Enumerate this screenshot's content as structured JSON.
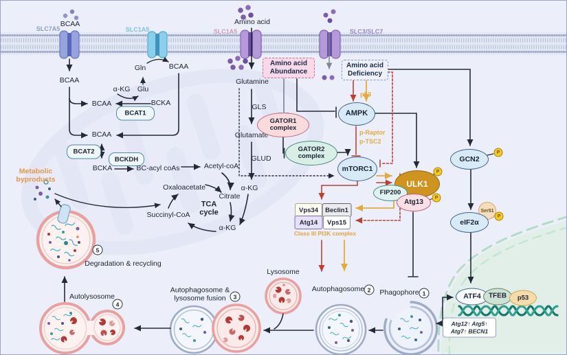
{
  "colors": {
    "background": "#eceef9",
    "inhibit_red": "#bf3f34",
    "activate_yellow": "#e0ac3f",
    "orange_label": "#e8a43c",
    "abundance_box_fill": "#f7d9e7",
    "deficiency_border": "#8092c4",
    "ulk1_fill": "#cf9420",
    "nucleus_fill": "#e2efe8",
    "dna_teal": "#157a6c"
  },
  "membrane": {
    "slc7a5": "SLC7A5",
    "slc1a5_left": "SLC1A5",
    "slc1a5_mid": "SLC1A5",
    "slc3slc7": "SLC3/SLC7"
  },
  "metabolites": {
    "bcaa": "BCAA",
    "amino_acid": "Amino acid",
    "gln": "Gln",
    "glu": "Glu",
    "akg": "α-KG",
    "bcka": "BCKA",
    "glutamine": "Glutamine",
    "gls": "GLS",
    "glutamate": "Glutamate",
    "glud": "GLUD",
    "bc_acyl_coas": "BC-acyl coAs",
    "acetyl_coa": "Acetyl-coA",
    "oxaloacetate": "Oxaloacetate",
    "citrate": "Citrate",
    "succinyl_coa": "Succinyl-CoA",
    "tca_line1": "TCA",
    "tca_line2": "cycle",
    "metabolic_line1": "Metabolic",
    "metabolic_line2": "byproducts"
  },
  "enzymes": {
    "bcat1": "BCAT1",
    "bcat2": "BCAT2",
    "bckdh": "BCKDH"
  },
  "conditions": {
    "abundance_line1": "Amino acid",
    "abundance_line2": "Abundance",
    "deficiency_line1": "Amino acid",
    "deficiency_line2": "Deficiency"
  },
  "signaling": {
    "gator1_line1": "GATOR1",
    "gator1_line2": "complex",
    "gator2_line1": "GATOR2",
    "gator2_line2": "complex",
    "ampk": "AMPK",
    "mtorc1": "mTORC1",
    "p53_mediator": "p53",
    "p_raptor": "p-Raptor",
    "p_tsc2": "p-TSC2",
    "ulk1": "ULK1",
    "fip200": "FIP200",
    "atg13": "Atg13",
    "gcn2": "GCN2",
    "eif2a": "eIF2α",
    "ser51": "Ser51",
    "phospho": "P"
  },
  "pi3k_complex": {
    "vps34": "Vps34",
    "beclin1": "Beclin1",
    "atg14": "Atg14",
    "vps15": "Vps15",
    "caption": "Class III PI3K complex"
  },
  "nucleus": {
    "atf4": "ATF4",
    "tfeb": "TFEB",
    "p53": "p53",
    "genes_line1": "Atg12↑ Atg5↑",
    "genes_line2": "Atg7↑ BECN1"
  },
  "autophagy": {
    "phagophore": "Phagophore",
    "autophagosome": "Autophagosome",
    "lysosome": "Lysosome",
    "fusion_line1": "Autophagosome &",
    "fusion_line2": "lysosome fusion",
    "autolysosome": "Autolysosome",
    "degradation": "Degradation & recycling",
    "step1": "1",
    "step2": "2",
    "step3": "3",
    "step4": "4",
    "step5": "5"
  }
}
